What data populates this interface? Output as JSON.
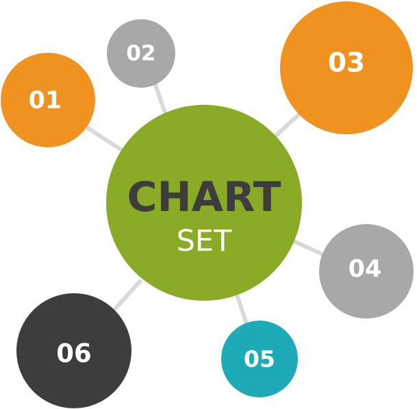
{
  "center": {
    "title": "CHART",
    "subtitle": "SET",
    "fill_color": "#8aab25",
    "title_color": "#3d3d3d",
    "subtitle_color": "#ffffff"
  },
  "connector_color": "#d9d9d9",
  "nodes": [
    {
      "id": "01",
      "label": "01",
      "color": "#f0921f"
    },
    {
      "id": "02",
      "label": "02",
      "color": "#a8a8a8"
    },
    {
      "id": "03",
      "label": "03",
      "color": "#f0921f"
    },
    {
      "id": "04",
      "label": "04",
      "color": "#a8a8a8"
    },
    {
      "id": "05",
      "label": "05",
      "color": "#1faab8"
    },
    {
      "id": "06",
      "label": "06",
      "color": "#3d3d3d"
    }
  ]
}
